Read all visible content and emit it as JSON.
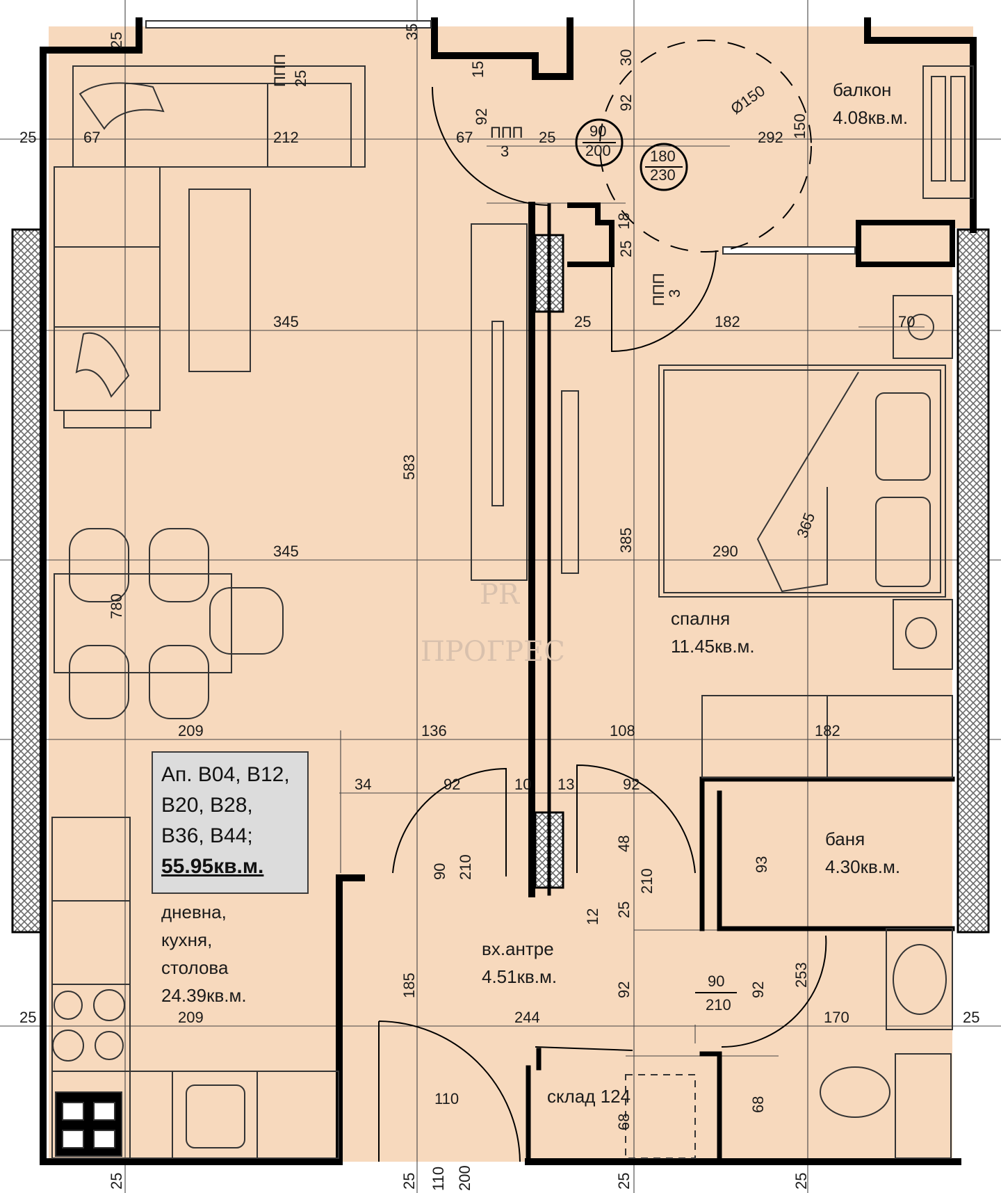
{
  "apartment": {
    "lines": [
      "Ап. В04, В12,",
      "В20, В28,",
      "В36, В44;"
    ],
    "total_area": "55.95кв.м."
  },
  "rooms": [
    {
      "id": "living",
      "lines": [
        "дневна,",
        "кухня,",
        "столова",
        "24.39кв.м."
      ]
    },
    {
      "id": "balcony",
      "lines": [
        "балкон",
        "4.08кв.м."
      ]
    },
    {
      "id": "bedroom",
      "lines": [
        "спалня",
        "11.45кв.м."
      ]
    },
    {
      "id": "bathroom",
      "lines": [
        "баня",
        "4.30кв.м."
      ]
    },
    {
      "id": "hall",
      "lines": [
        "вх.антре",
        "4.51кв.м."
      ]
    },
    {
      "id": "storage",
      "lines": [
        "склад 124"
      ]
    }
  ],
  "door_labels": [
    {
      "id": "door-90-200",
      "top": "90",
      "bottom": "200"
    },
    {
      "id": "door-180-230",
      "top": "180",
      "bottom": "230"
    },
    {
      "id": "door-90-210-hall",
      "top": "90",
      "bottom": "210"
    },
    {
      "id": "door-90-210-bath",
      "top": "90",
      "bottom": "210"
    }
  ],
  "dimensions": {
    "d1": "25",
    "d2": "35",
    "d3": "25",
    "d4": "67",
    "d5": "212",
    "d6": "ППП",
    "d7": "25",
    "d8": "15",
    "d9": "92",
    "d10": "67",
    "d11": "ППП",
    "d12": "3",
    "d13": "25",
    "d14": "30",
    "d15": "92",
    "d16": "Ø150",
    "d17": "292",
    "d18": "150",
    "d19": "18",
    "d20": "25",
    "d21": "ППП",
    "d22": "3",
    "d23": "345",
    "d24": "25",
    "d25": "182",
    "d26": "70",
    "d27": "583",
    "d28": "385",
    "d29": "365",
    "d30": "345",
    "d31": "290",
    "d32": "780",
    "d33": "209",
    "d34": "136",
    "d35": "108",
    "d36": "182",
    "d37": "34",
    "d38": "92",
    "d39": "92",
    "d40": "48",
    "d41": "210",
    "d42": "12",
    "d43": "25",
    "d44": "93",
    "d45": "253",
    "d46": "185",
    "d47": "92",
    "d48": "92",
    "d49": "244",
    "d50": "170",
    "d51": "25",
    "d52": "209",
    "d53": "25",
    "d54": "110",
    "d55": "68",
    "d56": "68",
    "d57": "25",
    "d58": "25",
    "d59": "110",
    "d60": "200",
    "d61": "25",
    "d62": "25",
    "d63": "10",
    "d64": "13"
  },
  "watermark": [
    "PR",
    "ПРОГРЕС"
  ],
  "colors": {
    "floor": "#f7d9bd",
    "wall": "#000000",
    "grid": "#3a3a3a",
    "hatch": "#7a7a7a",
    "box": "#dcdcdc"
  }
}
